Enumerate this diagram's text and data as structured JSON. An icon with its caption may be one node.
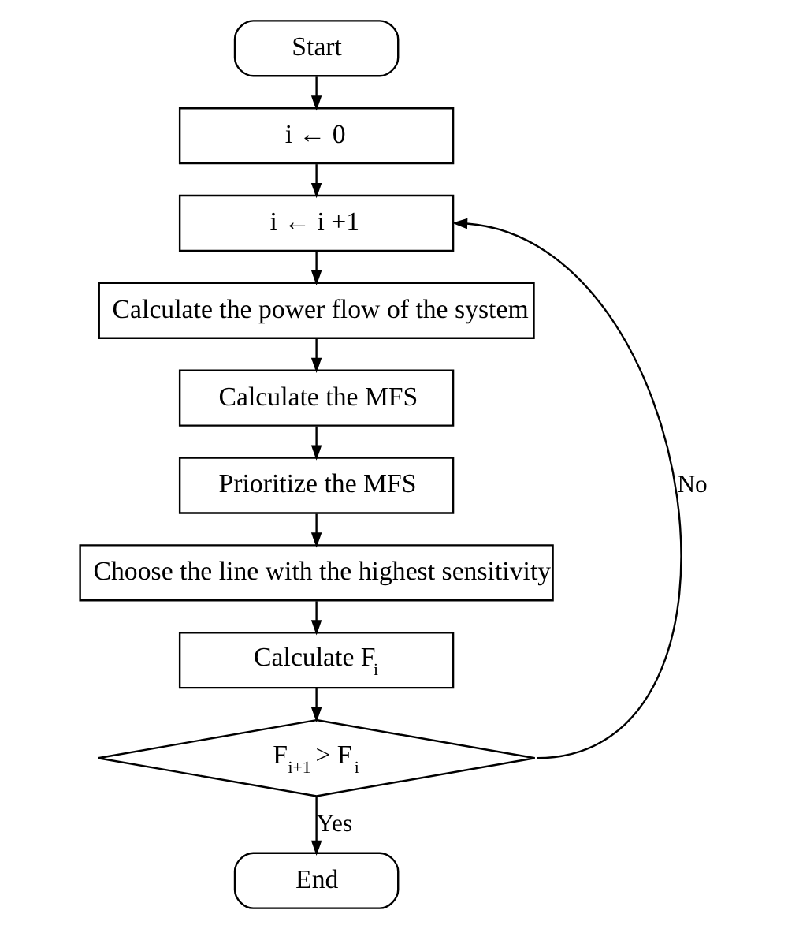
{
  "diagram": {
    "nodes": [
      {
        "text": [
          "Start"
        ]
      },
      {
        "text": [
          "i ← 0"
        ]
      },
      {
        "text": [
          "i ← i +1"
        ]
      },
      {
        "text": [
          "Calculate the power flow of the system"
        ]
      },
      {
        "text": [
          "Calculate the MFS"
        ]
      },
      {
        "text": [
          "Prioritize the MFS"
        ]
      },
      {
        "text": [
          "Choose the line with the highest sensitivity"
        ]
      },
      {
        "text": [
          "Calculate F$_{i}$"
        ]
      },
      {
        "text": [
          "F$_{i+1}$ > F$_{i}$"
        ]
      },
      {
        "text": [
          "End"
        ]
      }
    ],
    "edges": [
      {
        "from": 0,
        "to": 1,
        "arrow": "to"
      },
      {
        "from": 1,
        "to": 2,
        "arrow": "to"
      },
      {
        "from": 2,
        "to": 3,
        "arrow": "to"
      },
      {
        "from": 3,
        "to": 4,
        "arrow": "to"
      },
      {
        "from": 4,
        "to": 5,
        "arrow": "to"
      },
      {
        "from": 5,
        "to": 6,
        "arrow": "to"
      },
      {
        "from": 6,
        "to": 7,
        "arrow": "to"
      },
      {
        "from": 7,
        "to": 8,
        "arrow": "to"
      },
      {
        "from": 8,
        "to": 9,
        "arrow": "to",
        "label": "Yes"
      },
      {
        "from": 8,
        "to": 2,
        "arrow": "to",
        "label": "No"
      }
    ]
  }
}
